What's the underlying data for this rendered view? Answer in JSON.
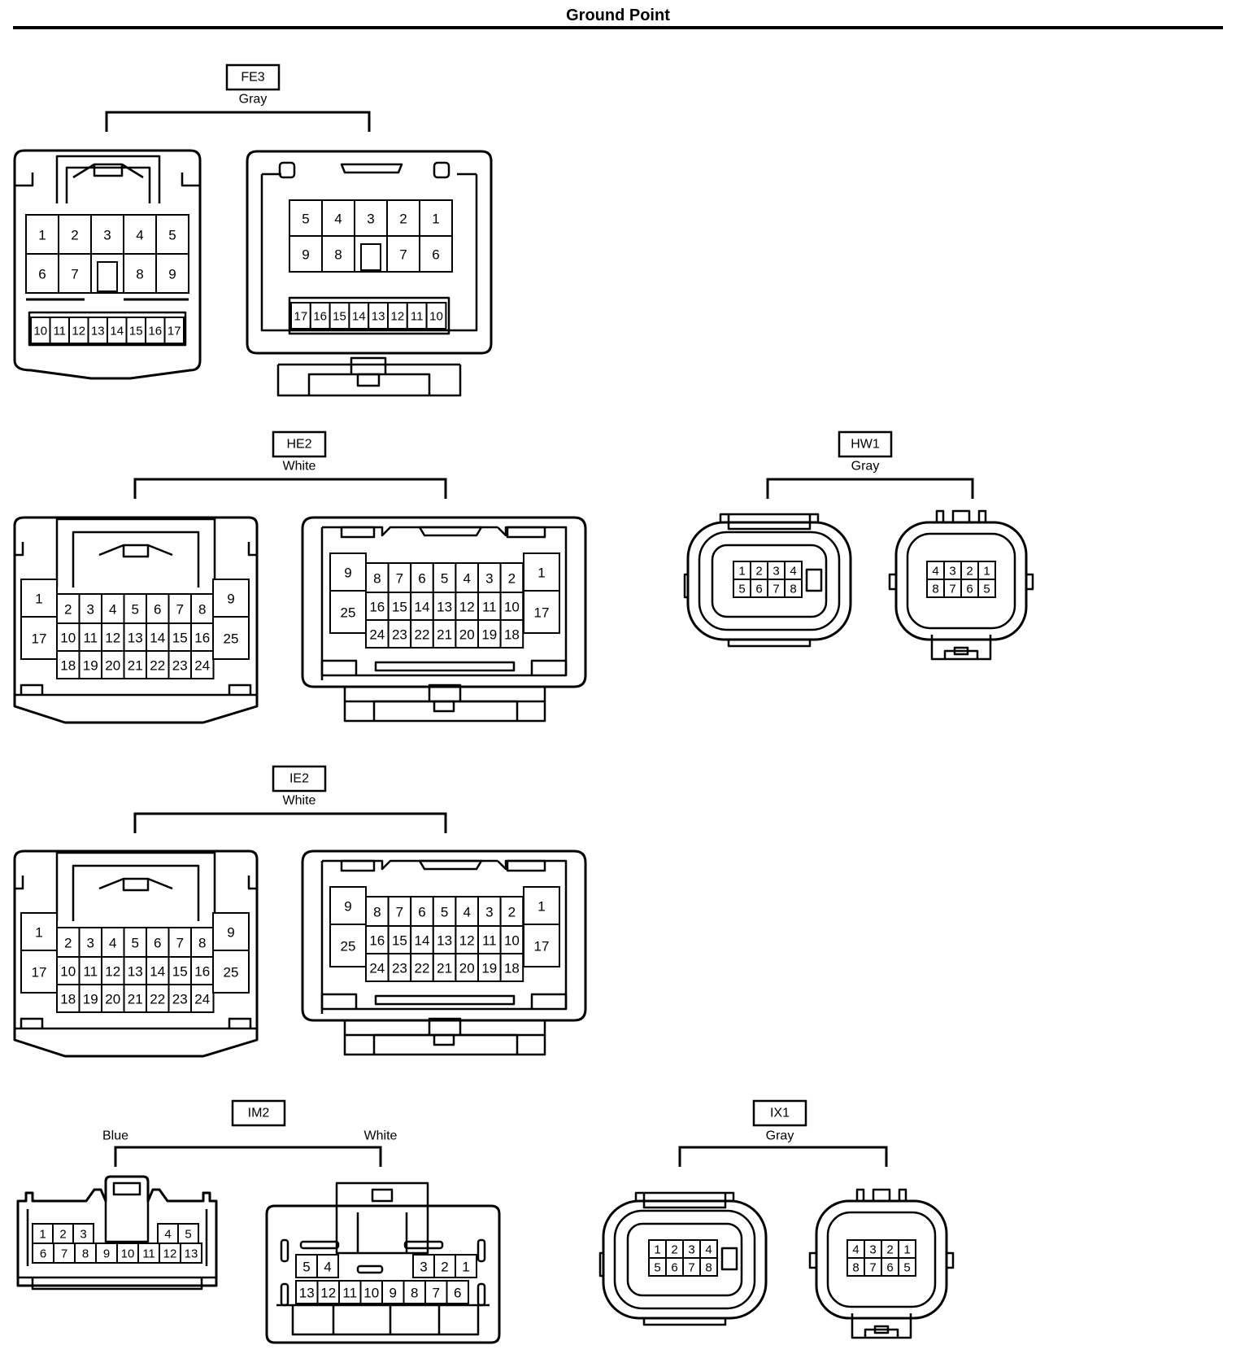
{
  "title": "Ground Point",
  "connectors": [
    {
      "id": "FE3",
      "colors": [
        "Gray"
      ]
    },
    {
      "id": "HE2",
      "colors": [
        "White"
      ]
    },
    {
      "id": "HW1",
      "colors": [
        "Gray"
      ]
    },
    {
      "id": "IE2",
      "colors": [
        "White"
      ]
    },
    {
      "id": "IM2",
      "colors": [
        "Blue",
        "White"
      ]
    },
    {
      "id": "IX1",
      "colors": [
        "Gray"
      ]
    }
  ],
  "pins": {
    "fe3_male_top": [
      "1",
      "2",
      "3",
      "4",
      "5"
    ],
    "fe3_male_mid": [
      "6",
      "7",
      "",
      "8",
      "9"
    ],
    "fe3_male_bottom": [
      "10",
      "11",
      "12",
      "13",
      "14",
      "15",
      "16",
      "17"
    ],
    "fe3_female_top": [
      "5",
      "4",
      "3",
      "2",
      "1"
    ],
    "fe3_female_mid": [
      "9",
      "8",
      "",
      "7",
      "6"
    ],
    "fe3_female_bottom": [
      "17",
      "16",
      "15",
      "14",
      "13",
      "12",
      "11",
      "10"
    ],
    "e2_male_left": [
      "1",
      "17"
    ],
    "e2_male_row1": [
      "2",
      "3",
      "4",
      "5",
      "6",
      "7",
      "8"
    ],
    "e2_male_row2": [
      "10",
      "11",
      "12",
      "13",
      "14",
      "15",
      "16"
    ],
    "e2_male_row3": [
      "18",
      "19",
      "20",
      "21",
      "22",
      "23",
      "24"
    ],
    "e2_male_right": [
      "9",
      "25"
    ],
    "e2_female_left": [
      "9",
      "25"
    ],
    "e2_female_row1": [
      "8",
      "7",
      "6",
      "5",
      "4",
      "3",
      "2"
    ],
    "e2_female_row2": [
      "16",
      "15",
      "14",
      "13",
      "12",
      "11",
      "10"
    ],
    "e2_female_row3": [
      "24",
      "23",
      "22",
      "21",
      "20",
      "19",
      "18"
    ],
    "e2_female_right": [
      "1",
      "17"
    ],
    "w8_male_top": [
      "1",
      "2",
      "3",
      "4"
    ],
    "w8_male_bottom": [
      "5",
      "6",
      "7",
      "8"
    ],
    "w8_female_top": [
      "4",
      "3",
      "2",
      "1"
    ],
    "w8_female_bottom": [
      "8",
      "7",
      "6",
      "5"
    ],
    "im2_male_top_left": [
      "1",
      "2",
      "3"
    ],
    "im2_male_top_right": [
      "4",
      "5"
    ],
    "im2_male_bottom": [
      "6",
      "7",
      "8",
      "9",
      "10",
      "11",
      "12",
      "13"
    ],
    "im2_female_top_left": [
      "5",
      "4"
    ],
    "im2_female_top_right": [
      "3",
      "2",
      "1"
    ],
    "im2_female_bottom": [
      "13",
      "12",
      "11",
      "10",
      "9",
      "8",
      "7",
      "6"
    ]
  }
}
